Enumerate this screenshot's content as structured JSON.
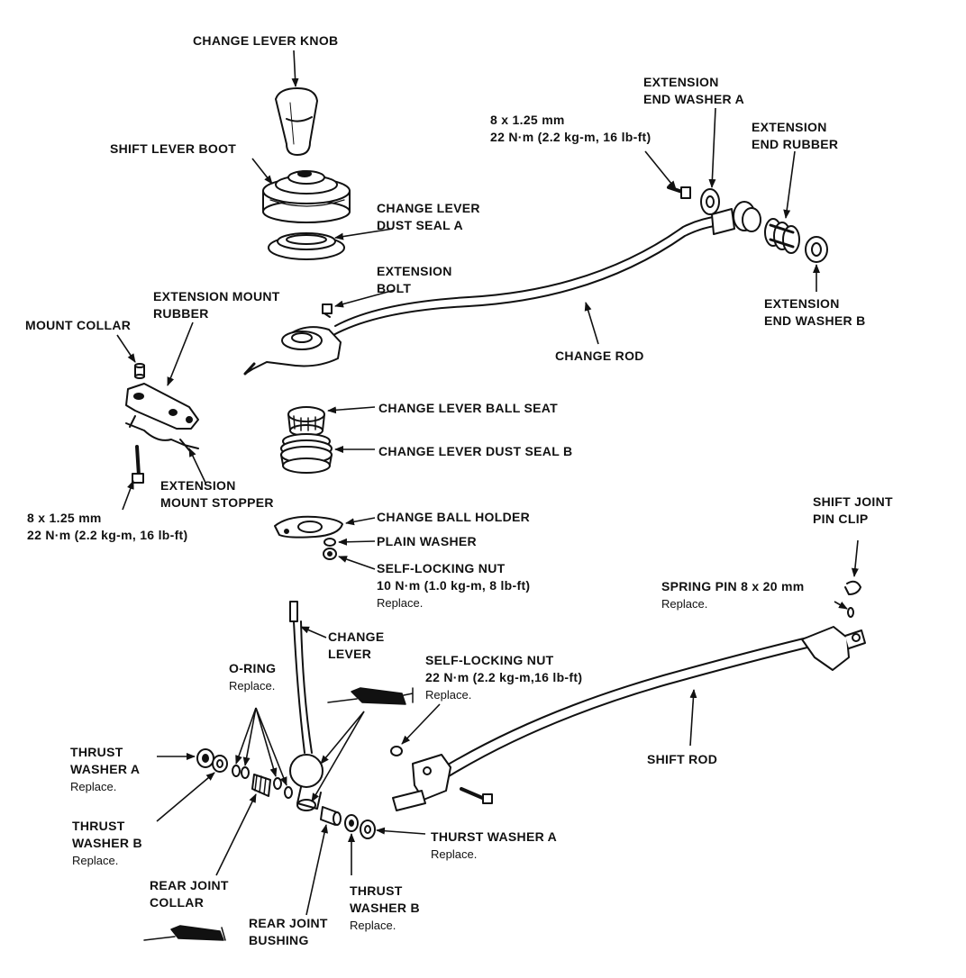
{
  "diagram": {
    "labels": {
      "change_lever_knob": "CHANGE LEVER KNOB",
      "shift_lever_boot": "SHIFT LEVER BOOT",
      "change_lever_dust_seal_a": [
        "CHANGE LEVER",
        "DUST SEAL A"
      ],
      "extension_end_washer_a": [
        "EXTENSION",
        "END WASHER A"
      ],
      "end_bolt_spec": [
        "8 x 1.25 mm",
        "22 N·m (2.2 kg-m, 16 lb-ft)"
      ],
      "extension_end_rubber": [
        "EXTENSION",
        "END RUBBER"
      ],
      "extension_bolt": [
        "EXTENSION",
        "BOLT"
      ],
      "extension_mount_rubber": [
        "EXTENSION MOUNT",
        "RUBBER"
      ],
      "mount_collar": "MOUNT COLLAR",
      "extension_end_washer_b": [
        "EXTENSION",
        "END WASHER B"
      ],
      "change_rod": "CHANGE ROD",
      "change_lever_ball_seat": "CHANGE LEVER BALL SEAT",
      "change_lever_dust_seal_b": "CHANGE LEVER DUST SEAL B",
      "extension_mount_stopper": [
        "EXTENSION",
        "MOUNT STOPPER"
      ],
      "mount_bolt_spec": [
        "8 x 1.25 mm",
        "22 N·m (2.2 kg-m, 16 lb-ft)"
      ],
      "change_ball_holder": "CHANGE BALL HOLDER",
      "plain_washer": "PLAIN WASHER",
      "self_locking_nut_top": [
        "SELF-LOCKING NUT",
        "10 N·m (1.0 kg-m, 8 lb-ft)",
        "Replace."
      ],
      "shift_joint_pin_clip": [
        "SHIFT JOINT",
        "PIN CLIP"
      ],
      "spring_pin": [
        "SPRING PIN 8 x 20 mm",
        "Replace."
      ],
      "change_lever": [
        "CHANGE",
        "LEVER"
      ],
      "o_ring": [
        "O-RING",
        "Replace."
      ],
      "self_locking_nut_bottom": [
        "SELF-LOCKING NUT",
        "22 N·m (2.2 kg-m,16 lb-ft)",
        "Replace."
      ],
      "thrust_washer_a_left": [
        "THRUST",
        "WASHER A",
        "Replace."
      ],
      "shift_rod": "SHIFT ROD",
      "thrust_washer_b_left": [
        "THRUST",
        "WASHER B",
        "Replace."
      ],
      "thurst_washer_a_right": [
        "THURST WASHER A",
        "Replace."
      ],
      "rear_joint_collar": [
        "REAR JOINT",
        "COLLAR"
      ],
      "thrust_washer_b_bottom": [
        "THRUST",
        "WASHER B",
        "Replace."
      ],
      "rear_joint_bushing": [
        "REAR JOINT",
        "BUSHING"
      ]
    }
  }
}
